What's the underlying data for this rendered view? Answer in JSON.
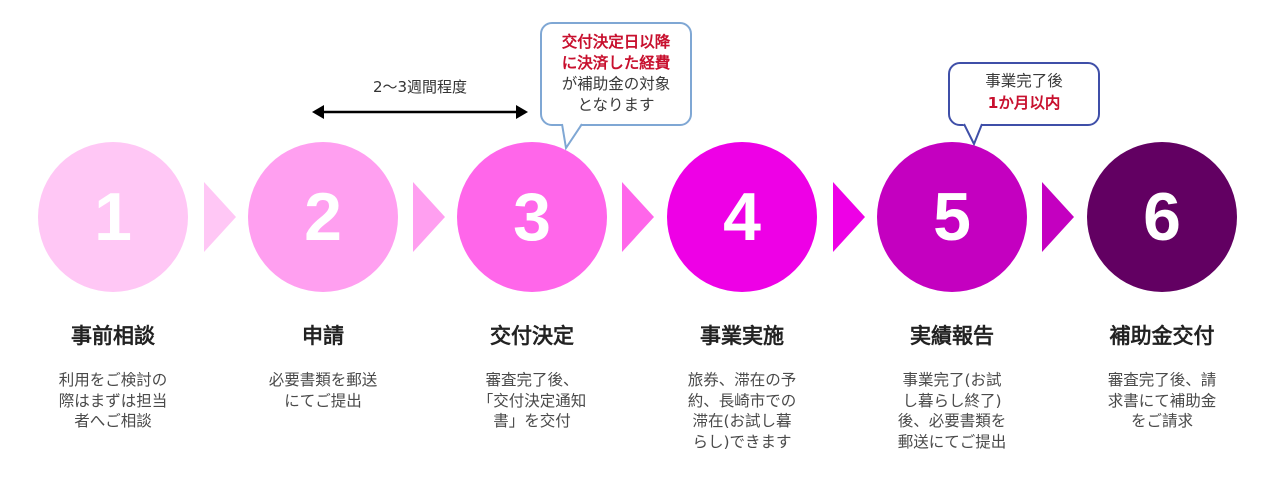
{
  "steps": [
    {
      "number": "1",
      "title": "事前相談",
      "desc": [
        "利用をご検討の",
        "際はまずは担当",
        "者へご相談"
      ],
      "color": "#ffc7f5"
    },
    {
      "number": "2",
      "title": "申請",
      "desc": [
        "必要書類を郵送",
        "にてご提出"
      ],
      "color": "#ff9ff0"
    },
    {
      "number": "3",
      "title": "交付決定",
      "desc": [
        "審査完了後、",
        "「交付決定通知",
        "書」を交付"
      ],
      "color": "#ff66ea"
    },
    {
      "number": "4",
      "title": "事業実施",
      "desc": [
        "旅券、滞在の予",
        "約、長崎市での",
        "滞在(お試し暮",
        "らし)できます"
      ],
      "color": "#ee00e6"
    },
    {
      "number": "5",
      "title": "実績報告",
      "desc": [
        "事業完了(お試",
        "し暮らし終了)",
        "後、必要書類を",
        "郵送にてご提出"
      ],
      "color": "#c400c0"
    },
    {
      "number": "6",
      "title": "補助金交付",
      "desc": [
        "審査完了後、請",
        "求書にて補助金",
        "をご請求"
      ],
      "color": "#620062"
    }
  ],
  "chevron_colors": [
    "#ffc7f5",
    "#ff9ff0",
    "#ff66ea",
    "#ee00e6",
    "#c400c0"
  ],
  "duration": {
    "label": "2～3週間程度"
  },
  "callout_expense": {
    "red_line1": "交付決定日以降",
    "red_line2": "に決済した経費",
    "line3": "が補助金の対象",
    "line4": "となります",
    "border_color": "#7fa7d4"
  },
  "callout_report": {
    "line1": "事業完了後",
    "red_line2": "1か月以内",
    "border_color": "#3f4fa8"
  },
  "accent_red": "#c8102e"
}
